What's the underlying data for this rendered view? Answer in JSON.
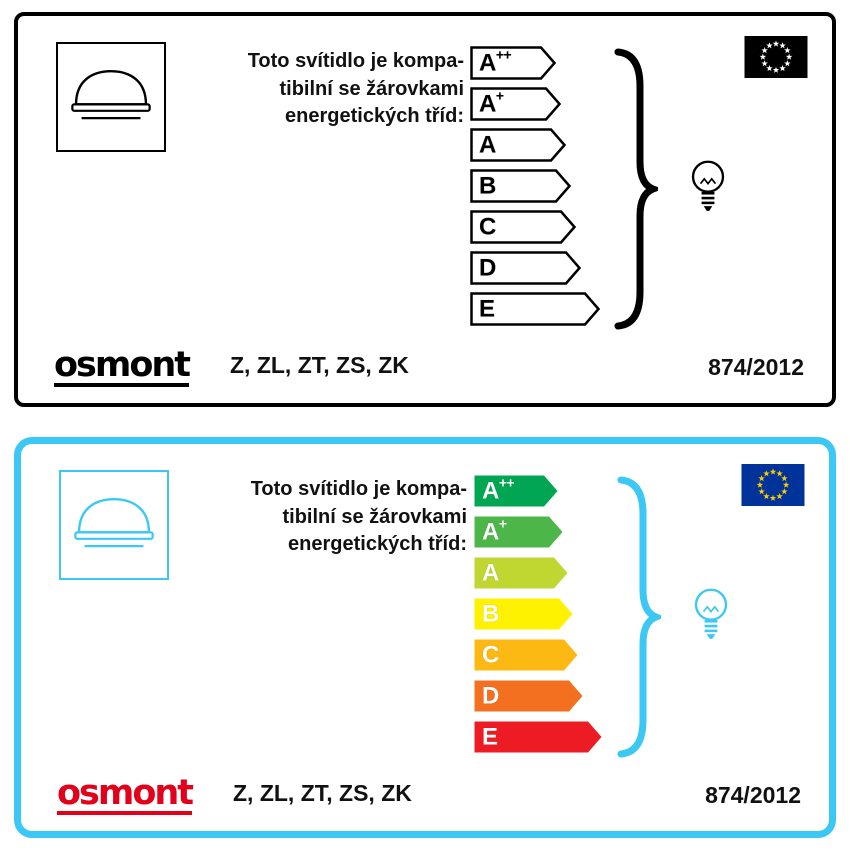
{
  "icons": {
    "luminaire": "ceiling-luminaire-icon",
    "bulb": "light-bulb-icon",
    "brace": "curly-brace-icon",
    "flag": "eu-flag-icon"
  },
  "labels": [
    {
      "variant": "monochrome",
      "description": {
        "lines": [
          "Toto svítidlo je kompa-",
          "tibilní se žárovkami",
          "energetických tříd:"
        ]
      },
      "classes": [
        {
          "label": "A",
          "sup": "++",
          "fill": "#ffffff",
          "stroke": "#000000",
          "text": "#000000"
        },
        {
          "label": "A",
          "sup": "+",
          "fill": "#ffffff",
          "stroke": "#000000",
          "text": "#000000"
        },
        {
          "label": "A",
          "fill": "#ffffff",
          "stroke": "#000000",
          "text": "#000000"
        },
        {
          "label": "B",
          "fill": "#ffffff",
          "stroke": "#000000",
          "text": "#000000"
        },
        {
          "label": "C",
          "fill": "#ffffff",
          "stroke": "#000000",
          "text": "#000000"
        },
        {
          "label": "D",
          "fill": "#ffffff",
          "stroke": "#000000",
          "text": "#000000"
        },
        {
          "label": "E",
          "fill": "#ffffff",
          "stroke": "#000000",
          "text": "#000000"
        }
      ],
      "brand": "osmont",
      "models": "Z, ZL, ZT, ZS, ZK",
      "regulation": "874/2012",
      "colors": {
        "border": "#000000",
        "accent": "#000000",
        "logo": "#000000",
        "flag_bg": "#000000",
        "flag_star": "#ffffff"
      }
    },
    {
      "variant": "color",
      "description": {
        "lines": [
          "Toto svítidlo je kompa-",
          "tibilní se žárovkami",
          "energetických tříd:"
        ]
      },
      "classes": [
        {
          "label": "A",
          "sup": "++",
          "fill": "#00a651",
          "stroke": "none",
          "text": "#ffffff"
        },
        {
          "label": "A",
          "sup": "+",
          "fill": "#4cb748",
          "stroke": "none",
          "text": "#ffffff"
        },
        {
          "label": "A",
          "fill": "#bfd730",
          "stroke": "none",
          "text": "#ffffff"
        },
        {
          "label": "B",
          "fill": "#fff200",
          "stroke": "none",
          "text": "#ffffff"
        },
        {
          "label": "C",
          "fill": "#fdb913",
          "stroke": "none",
          "text": "#ffffff"
        },
        {
          "label": "D",
          "fill": "#f37021",
          "stroke": "none",
          "text": "#ffffff"
        },
        {
          "label": "E",
          "fill": "#ed1c24",
          "stroke": "none",
          "text": "#ffffff"
        }
      ],
      "brand": "osmont",
      "models": "Z, ZL, ZT, ZS, ZK",
      "regulation": "874/2012",
      "colors": {
        "border": "#3bc8f5",
        "accent": "#3bc8f5",
        "logo": "#e2001a",
        "flag_bg": "#003399",
        "flag_star": "#ffcc00"
      }
    }
  ]
}
